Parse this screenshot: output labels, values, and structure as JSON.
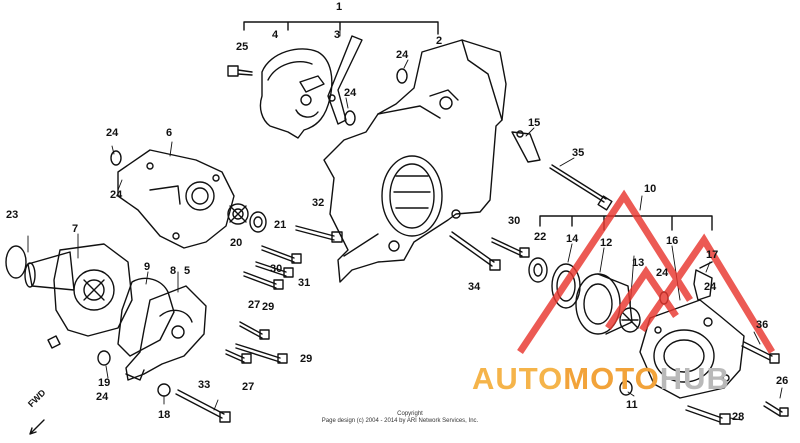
{
  "diagram": {
    "part_labels": [
      {
        "id": "p1",
        "text": "1"
      },
      {
        "id": "p2",
        "text": "2"
      },
      {
        "id": "p3",
        "text": "3"
      },
      {
        "id": "p4",
        "text": "4"
      },
      {
        "id": "p5",
        "text": "5"
      },
      {
        "id": "p6",
        "text": "6"
      },
      {
        "id": "p7",
        "text": "7"
      },
      {
        "id": "p8",
        "text": "8"
      },
      {
        "id": "p9",
        "text": "9"
      },
      {
        "id": "p10",
        "text": "10"
      },
      {
        "id": "p11",
        "text": "11"
      },
      {
        "id": "p12",
        "text": "12"
      },
      {
        "id": "p13",
        "text": "13"
      },
      {
        "id": "p14",
        "text": "14"
      },
      {
        "id": "p15",
        "text": "15"
      },
      {
        "id": "p16",
        "text": "16"
      },
      {
        "id": "p17",
        "text": "17"
      },
      {
        "id": "p18",
        "text": "18"
      },
      {
        "id": "p19",
        "text": "19"
      },
      {
        "id": "p20",
        "text": "20"
      },
      {
        "id": "p21",
        "text": "21"
      },
      {
        "id": "p22",
        "text": "22"
      },
      {
        "id": "p23",
        "text": "23"
      },
      {
        "id": "p24a",
        "text": "24"
      },
      {
        "id": "p24b",
        "text": "24"
      },
      {
        "id": "p24c",
        "text": "24"
      },
      {
        "id": "p24d",
        "text": "24"
      },
      {
        "id": "p24e",
        "text": "24"
      },
      {
        "id": "p24f",
        "text": "24"
      },
      {
        "id": "p24g",
        "text": "24"
      },
      {
        "id": "p25",
        "text": "25"
      },
      {
        "id": "p26",
        "text": "26"
      },
      {
        "id": "p27a",
        "text": "27"
      },
      {
        "id": "p27b",
        "text": "27"
      },
      {
        "id": "p28",
        "text": "28"
      },
      {
        "id": "p29a",
        "text": "29"
      },
      {
        "id": "p29b",
        "text": "29"
      },
      {
        "id": "p30a",
        "text": "30"
      },
      {
        "id": "p30b",
        "text": "30"
      },
      {
        "id": "p31",
        "text": "31"
      },
      {
        "id": "p32",
        "text": "32"
      },
      {
        "id": "p33",
        "text": "33"
      },
      {
        "id": "p34",
        "text": "34"
      },
      {
        "id": "p35",
        "text": "35"
      },
      {
        "id": "p36",
        "text": "36"
      }
    ],
    "fwd_label": "FWD",
    "copyright_line1": "Copyright",
    "copyright_line2": "Page design (c) 2004 - 2014 by ARI Network Services, Inc."
  },
  "watermark": {
    "brand_part1": "AUTO",
    "brand_part2": "MOTO",
    "brand_part3": "HUB",
    "colors": {
      "triangle": "#e8372f",
      "auto": "#f5b44a",
      "moto": "#f2a33a",
      "hub": "#b9b9b9"
    }
  }
}
